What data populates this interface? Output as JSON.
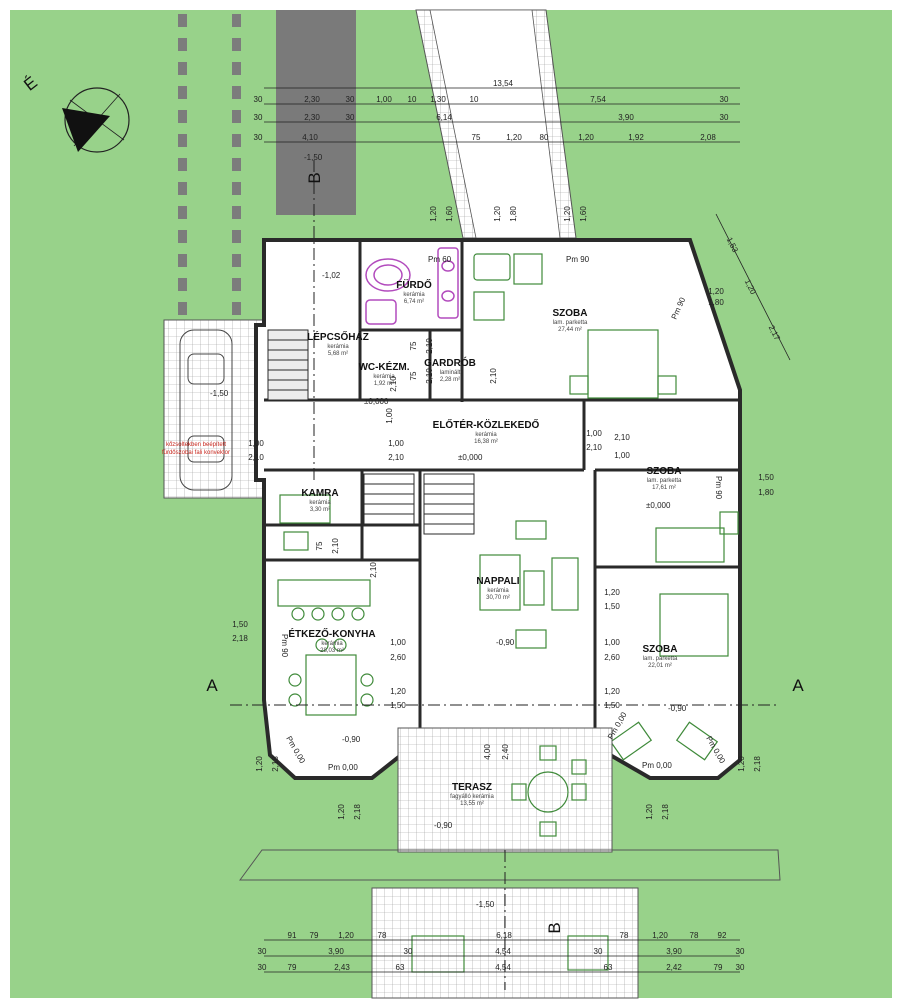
{
  "rooms": {
    "furdo": {
      "name": "FÜRDŐ",
      "line1": "kerámia",
      "line2": "6,74 m²"
    },
    "lepcsohaz": {
      "name": "LÉPCSŐHÁZ",
      "line1": "kerámia",
      "line2": "5,68 m²"
    },
    "wc": {
      "name": "WC-KÉZM.",
      "line1": "kerámia",
      "line2": "1,92 m²"
    },
    "gardrob": {
      "name": "GARDRÓB",
      "line1": "laminált",
      "line2": "2,28 m²"
    },
    "szoba1": {
      "name": "SZOBA",
      "line1": "lam. parketta",
      "line2": "27,44 m²"
    },
    "eloter": {
      "name": "ELŐTÉR-KÖZLEKEDŐ",
      "line1": "kerámia",
      "line2": "16,38 m²"
    },
    "szoba2": {
      "name": "SZOBA",
      "line1": "lam. parketta",
      "line2": "17,61 m²"
    },
    "kamra": {
      "name": "KAMRA",
      "line1": "kerámia",
      "line2": "3,30 m²"
    },
    "nappali": {
      "name": "NAPPALI",
      "line1": "kerámia",
      "line2": "30,70 m²"
    },
    "etkezo": {
      "name": "ÉTKEZŐ-KONYHA",
      "line1": "kerámia",
      "line2": "28,03 m²"
    },
    "szoba3": {
      "name": "SZOBA",
      "line1": "lam. parketta",
      "line2": "22,01 m²"
    },
    "terasz": {
      "name": "TERASZ",
      "line1": "fagyálló kerámia",
      "line2": "13,55 m²"
    }
  },
  "labels": {
    "north": "É",
    "section_a_left": "A",
    "section_a_right": "A",
    "section_b_top": "B",
    "section_b_bottom": "B",
    "note1": "kőzsoltekben beépített",
    "note2": "fürdőszobai fali konvektor"
  },
  "levels": {
    "base": "±0,000",
    "entry": "±0,000",
    "stair": "-1,02",
    "top_b": "-1,50",
    "carport": "-1,50",
    "living": "-0,90",
    "kitchen_corner": "-0,90",
    "bay_right": "-0,90",
    "terrace": "-0,90",
    "south_b": "-1,50",
    "szoba2_level": "±0,000"
  },
  "parapets": {
    "pm60": "Pm 60",
    "pm90a": "Pm 90",
    "pm90b": "Pm 90",
    "pm90c": "Pm 90",
    "pm90d": "Pm 90",
    "pm000a": "Pm 0,00",
    "pm000b": "Pm 0,00",
    "pm000c": "Pm 0,00",
    "pm000d": "Pm 0,00",
    "pm000e": "Pm 0,00"
  },
  "dims": {
    "top_total": "13,54",
    "top_row1": [
      "30",
      "2,30",
      "30",
      "1,00",
      "10",
      "1,30",
      "10",
      "7,54",
      "30"
    ],
    "top_row2": [
      "30",
      "2,30",
      "30",
      "6,14",
      "3,90",
      "30"
    ],
    "top_row3": [
      "30",
      "4,10",
      "75",
      "1,20",
      "80",
      "1,20",
      "1,92",
      "2,08"
    ],
    "bottom_row1": [
      "91",
      "79",
      "1,20",
      "78",
      "6,18",
      "78",
      "1,20",
      "78",
      "92"
    ],
    "bottom_row2": [
      "30",
      "3,90",
      "30",
      "4,54",
      "30",
      "3,90",
      "30"
    ],
    "bottom_row3": [
      "30",
      "79",
      "2,43",
      "63",
      "4,54",
      "63",
      "2,42",
      "79",
      "30"
    ],
    "right_diag": [
      "1,53",
      "1,20",
      "2,17"
    ],
    "window_labels": {
      "w_a": "1,20",
      "w_b": "1,60",
      "w_c": "1,20",
      "w_d": "1,80",
      "w_e": "1,20",
      "w_f": "1,60",
      "w_g": "1,20",
      "w_h": "1,80",
      "w_i": "1,50",
      "w_j": "1,80",
      "w_k": "1,50",
      "w_l": "2,18",
      "w_m": "1,00",
      "w_n": "2,10",
      "w_o": "1,00",
      "w_p": "2,10",
      "w_q": "1,00",
      "w_r": "2,60",
      "w_s": "1,20",
      "w_t": "1,50",
      "w_u": "1,00",
      "w_v": "2,60",
      "w_w": "1,20",
      "w_x": "1,50",
      "w_y": "1,20",
      "w_z": "1,50",
      "d_a": "75",
      "d_b": "2,10",
      "d_c": "75",
      "d_d": "2,10",
      "d_e": "75",
      "d_f": "2,10",
      "d_g": "1,00",
      "d_h": "2,10",
      "d_i": "2,10",
      "d_j": "1,00",
      "t_a": "4,00",
      "t_b": "2,40",
      "t_c": "1,20",
      "t_d": "2,18",
      "t_e": "1,20",
      "t_f": "2,18",
      "t_g": "1,20",
      "t_h": "2,18",
      "t_i": "1,20",
      "t_j": "2,18",
      "st_a": "2,10",
      "st_b": "2,10",
      "c_a": "1,00",
      "c_b": "2,10"
    }
  },
  "colors": {
    "grass": "#98d28a",
    "floor": "#ffffff",
    "wall": "#2a2a2a",
    "furniture": "#3f8a3a",
    "bath": "#b24bbd",
    "paving": "#b4b4b4",
    "road": "#7a7a7a",
    "accent": "#c8281e"
  }
}
